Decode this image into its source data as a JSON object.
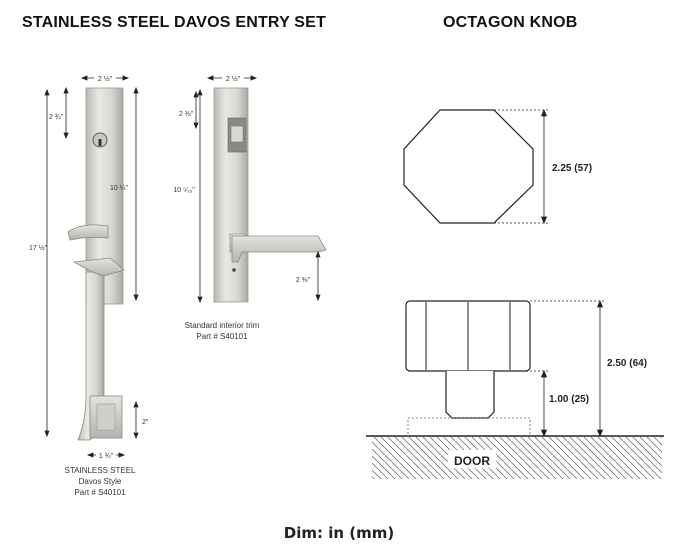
{
  "titles": {
    "left": "STAINLESS STEEL DAVOS ENTRY SET",
    "right": "OCTAGON KNOB"
  },
  "entry_set": {
    "width_label": "2 ½\"",
    "cyl_offset_label": "2 ¾\"",
    "plate_height_label": "10 ¼\"",
    "overall_height_label": "17 ½\"",
    "base_height_label": "2\"",
    "base_width_label": "1 ¾\"",
    "caption_line1": "STAINLESS STEEL",
    "caption_line2": "Davos Style",
    "caption_line3": "Part # S40101"
  },
  "interior_trim": {
    "width_label": "2 ½\"",
    "thumbturn_offset_label": "2 ⅜\"",
    "plate_height_label": "10 ⁵⁄₁₆\"",
    "lever_offset_label": "2 ⅜\"",
    "caption_line1": "Standard interior trim",
    "caption_line2": "Part # S40101"
  },
  "knob": {
    "diameter_label": "2.25 (57)",
    "projection_label": "2.50 (64)",
    "neck_label": "1.00 (25)",
    "door_label": "DOOR"
  },
  "footer": "Dim: in (mm)"
}
